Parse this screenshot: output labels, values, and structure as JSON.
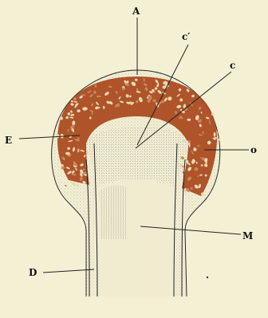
{
  "labels": {
    "A": "A",
    "c_prime": "c′",
    "c": "c",
    "E": "E",
    "o": "o",
    "M": "M",
    "D": "D"
  },
  "colors": {
    "background": "#f4f0d4",
    "granules": "#a8461c",
    "granule_light": "#e8d8b0",
    "outline": "#2a2a2a",
    "stipple": "#7a7a7a"
  }
}
